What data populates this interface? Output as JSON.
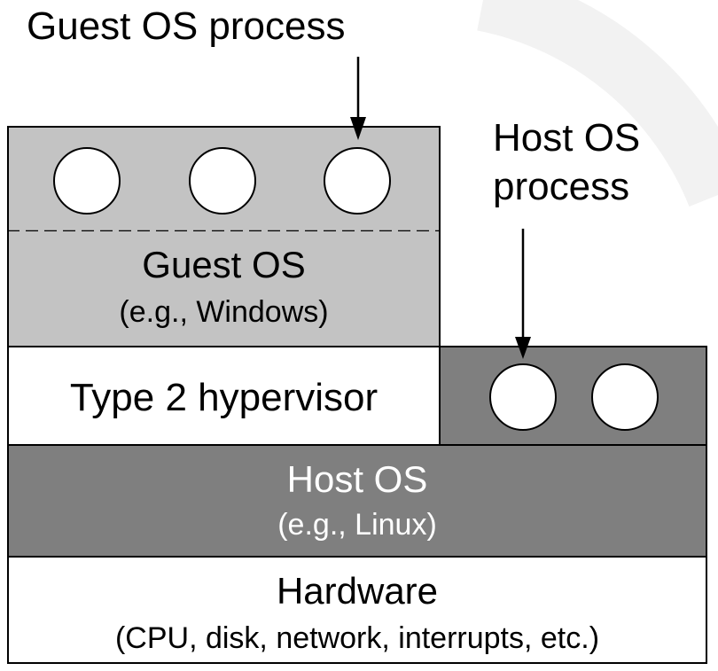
{
  "labels": {
    "guest_os_process": "Guest OS process",
    "host_os_process_line1": "Host OS",
    "host_os_process_line2": "process"
  },
  "layers": {
    "guest_os": {
      "title": "Guest OS",
      "subtitle": "(e.g., Windows)"
    },
    "hypervisor": {
      "title": "Type 2 hypervisor"
    },
    "host_os": {
      "title": "Host OS",
      "subtitle": "(e.g., Linux)"
    },
    "hardware": {
      "title": "Hardware",
      "subtitle": "(CPU, disk, network, interrupts, etc.)"
    }
  },
  "colors": {
    "guest_fill": "#c3c3c3",
    "host_fill": "#7f7f7f",
    "white": "#ffffff",
    "arc": "#f2f2f2"
  }
}
